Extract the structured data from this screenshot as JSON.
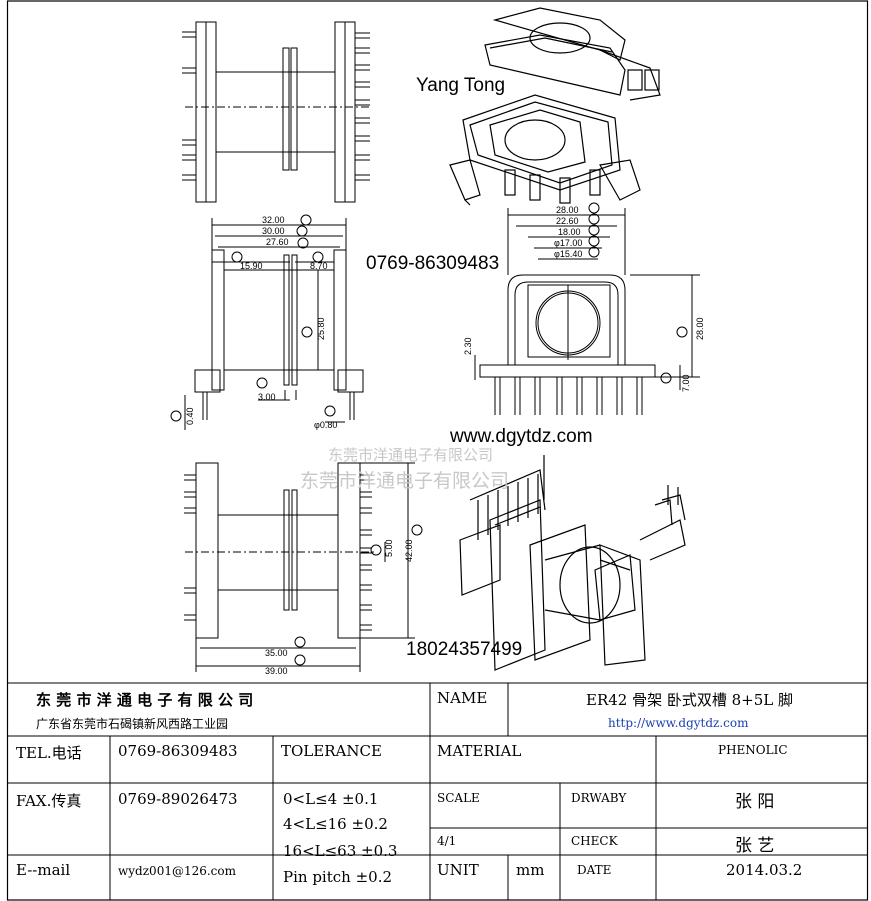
{
  "overlay": {
    "name": "Yang Tong",
    "phone": "0769-86309483",
    "website": "www.dgytdz.com",
    "mobile": "18024357499"
  },
  "watermark": {
    "line1": "东莞市洋通电子有限公司",
    "line2": "东莞市洋通电子有限公司"
  },
  "dims": {
    "A": "32.00",
    "B": "30.00",
    "C": "27.60",
    "D": "15.90",
    "E": "8.70",
    "T": "25.80",
    "G": "3.00",
    "H": "φ0.80",
    "F": "0.40",
    "top1": "28.00",
    "top2": "22.60",
    "top3": "18.00",
    "top4": "φ17.00",
    "top5": "φ15.40",
    "h28": "28.00",
    "h23": "2.30",
    "h7": "7.00",
    "P": "42.00",
    "Q": "5.00",
    "R": "35.00",
    "S": "39.00"
  },
  "title_block": {
    "company": "东 莞 市 洋 通 电 子 有 限 公 司",
    "address": "广东省东莞市石碣镇新风西路工业园",
    "tel_label": "TEL.电话",
    "tel": "0769-86309483",
    "fax_label": "FAX.传真",
    "fax": "0769-89026473",
    "email_label": "E--mail",
    "email": "wydz001@126.com",
    "tolerance_label": "TOLERANCE",
    "tol1": "0<L≤4   ±0.1",
    "tol2": "4<L≤16  ±0.2",
    "tol3": "16<L≤63  ±0.3",
    "tol4": "Pin pitch ±0.2",
    "name_label": "NAME",
    "part_name": "ER42 骨架 卧式双槽 8+5L 脚",
    "url": "http://www.dgytdz.com",
    "material_label": "MATERIAL",
    "material": "PHENOLIC",
    "scale_label": "SCALE",
    "scale": "4/1",
    "drawby_label": "DRWABY",
    "drawby": "张 阳",
    "check_label": "CHECK",
    "check": "张 艺",
    "unit_label": "UNIT",
    "unit": "mm",
    "date_label": "DATE",
    "date": "2014.03.2"
  }
}
